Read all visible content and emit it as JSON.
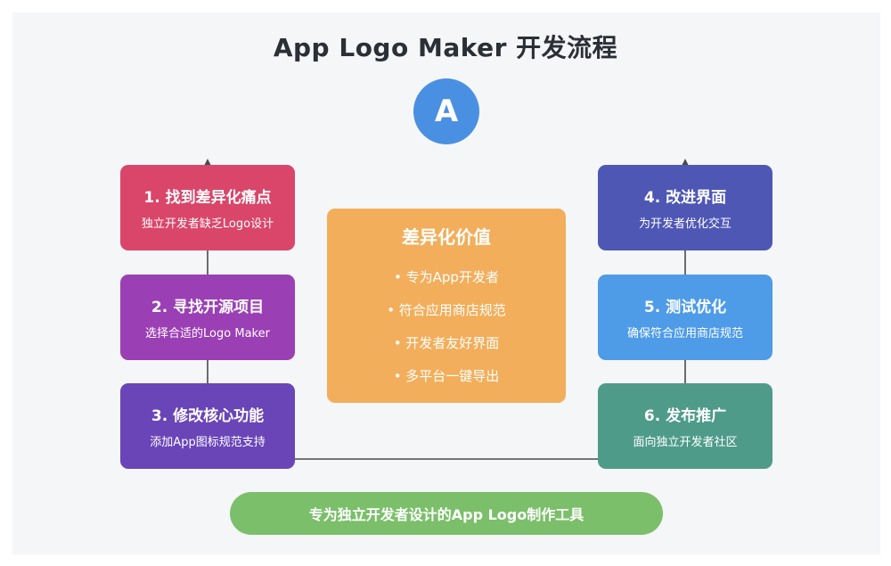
{
  "title": "App Logo Maker 开发流程",
  "logo": {
    "letter": "A"
  },
  "steps": [
    {
      "title": "1. 找到差异化痛点",
      "desc": "独立开发者缺乏Logo设计",
      "color": "#d9466a"
    },
    {
      "title": "2. 寻找开源项目",
      "desc": "选择合适的Logo Maker",
      "color": "#9b3fb5"
    },
    {
      "title": "3. 修改核心功能",
      "desc": "添加App图标规范支持",
      "color": "#6a45b8"
    },
    {
      "title": "4. 改进界面",
      "desc": "为开发者优化交互",
      "color": "#4f57b5"
    },
    {
      "title": "5. 测试优化",
      "desc": "确保符合应用商店规范",
      "color": "#4e9be8"
    },
    {
      "title": "6. 发布推广",
      "desc": "面向独立开发者社区",
      "color": "#4e9b8a"
    }
  ],
  "center": {
    "title": "差异化价值",
    "items": [
      "• 专为App开发者",
      "• 符合应用商店规范",
      "• 开发者友好界面",
      "• 多平台一键导出"
    ],
    "color": "#f2ae5b"
  },
  "footer": {
    "text": "专为独立开发者设计的App Logo制作工具",
    "color": "#7bbf6a"
  }
}
